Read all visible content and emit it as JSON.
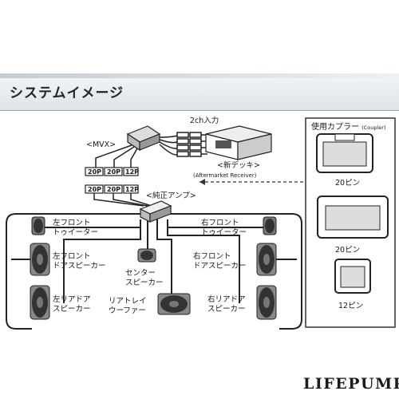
{
  "header": {
    "title": "システムイメージ"
  },
  "labels": {
    "input_2ch": "2ch入力",
    "mvx": "<MVX>",
    "new_deck": "<新デッキ>",
    "aftermarket": "(Aftermarket Receiver)",
    "genuine_amp": "<純正アンプ>",
    "connectors_top": [
      "20P",
      "20P",
      "12P"
    ],
    "connectors_bottom": [
      "20P",
      "20P",
      "12P"
    ]
  },
  "speakers": {
    "left_tweeter": [
      "左フロント",
      "トゥイーター"
    ],
    "right_tweeter": [
      "右フロント",
      "トゥイーター"
    ],
    "left_front_door": [
      "左フロント",
      "ドアスピーカー"
    ],
    "right_front_door": [
      "右フロント",
      "ドアスピーカー"
    ],
    "center": [
      "センター",
      "スピーカー"
    ],
    "left_rear_door": [
      "左リアドア",
      "スピーカー"
    ],
    "right_rear_door": [
      "右リアドア",
      "スピーカー"
    ],
    "rear_tray_woofer": [
      "リアトレイ",
      "ウーファー"
    ]
  },
  "coupler": {
    "title": "使用カプラー",
    "title_en": "(Coupler)",
    "items": [
      "20ピン",
      "20ピン",
      "12ピン"
    ]
  },
  "brand": "LIFEPUMP"
}
